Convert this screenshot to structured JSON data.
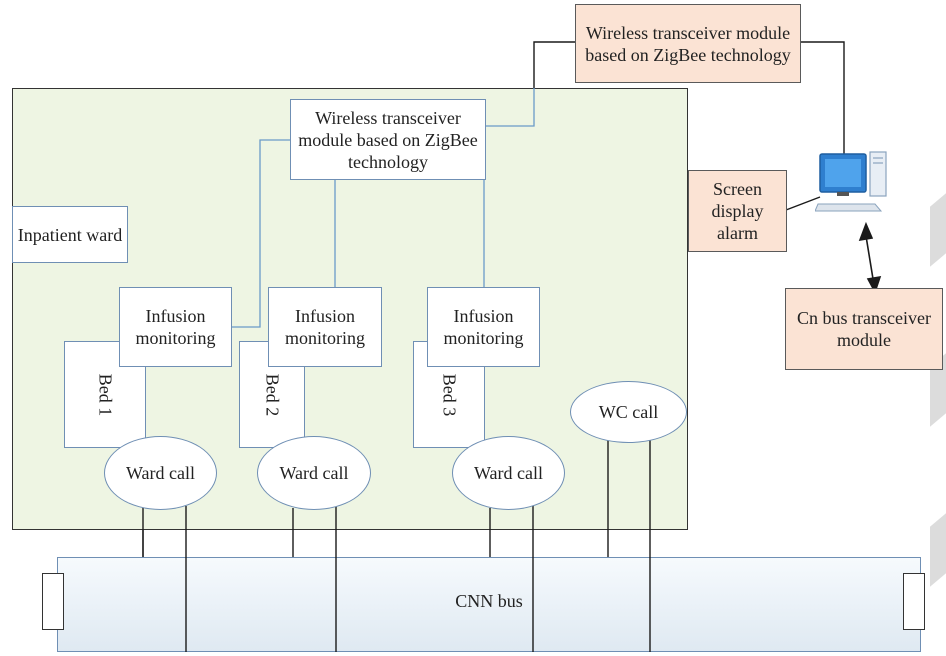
{
  "top_zigbee": "Wireless transceiver module based on ZigBee technology",
  "ward_zigbee": "Wireless transceiver module based on ZigBee technology",
  "inpatient_ward": "Inpatient ward",
  "screen_alarm": "Screen display alarm",
  "cn_bus_module": "Cn bus transceiver module",
  "infusion": [
    "Infusion monitoring",
    "Infusion monitoring",
    "Infusion monitoring"
  ],
  "beds": [
    "Bed 1",
    "Bed 2",
    "Bed 3"
  ],
  "ward_calls": [
    "Ward call",
    "Ward call",
    "Ward call"
  ],
  "wc_call": "WC call",
  "bus_label": "CNN bus",
  "colors": {
    "ward_area": "#eef5e3",
    "peach_box": "#fbe3d4",
    "box_border": "#6f8fb4",
    "wire_blue": "#6a9bc8",
    "wire_black": "#1a1a1a",
    "computer": "#2f7fcf"
  }
}
